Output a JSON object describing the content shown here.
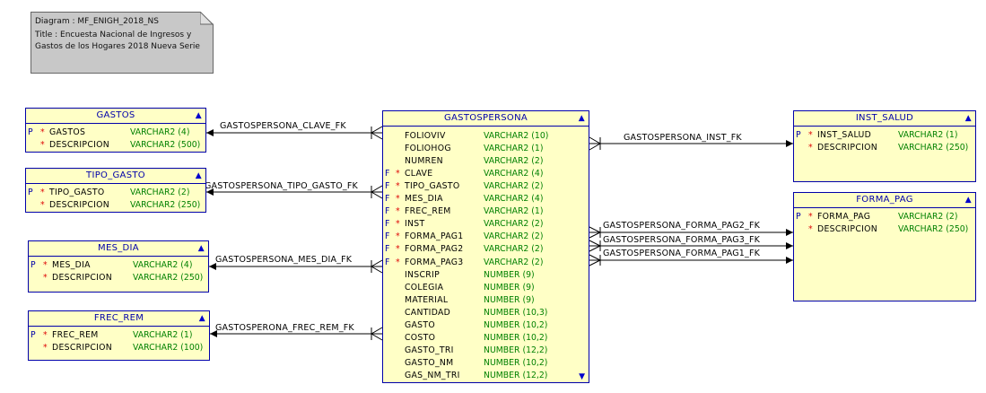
{
  "note": {
    "diagram": "Diagram : MF_ENIGH_2018_NS",
    "title1": "Title : Encuesta Nacional de Ingresos y",
    "title2": "Gastos de los Hogares 2018 Nueva Serie"
  },
  "tables": {
    "gastos": {
      "name": "GASTOS",
      "columns": [
        {
          "key": "P",
          "req": "*",
          "name": "GASTOS",
          "type": "VARCHAR2 (4)"
        },
        {
          "key": "",
          "req": "*",
          "name": "DESCRIPCION",
          "type": "VARCHAR2 (500)"
        }
      ]
    },
    "tipo_gasto": {
      "name": "TIPO_GASTO",
      "columns": [
        {
          "key": "P",
          "req": "*",
          "name": "TIPO_GASTO",
          "type": "VARCHAR2 (2)"
        },
        {
          "key": "",
          "req": "*",
          "name": "DESCRIPCION",
          "type": "VARCHAR2 (250)"
        }
      ]
    },
    "mes_dia": {
      "name": "MES_DIA",
      "columns": [
        {
          "key": "P",
          "req": "*",
          "name": "MES_DIA",
          "type": "VARCHAR2 (4)"
        },
        {
          "key": "",
          "req": "*",
          "name": "DESCRIPCION",
          "type": "VARCHAR2 (250)"
        }
      ]
    },
    "frec_rem": {
      "name": "FREC_REM",
      "columns": [
        {
          "key": "P",
          "req": "*",
          "name": "FREC_REM",
          "type": "VARCHAR2 (1)"
        },
        {
          "key": "",
          "req": "*",
          "name": "DESCRIPCION",
          "type": "VARCHAR2 (100)"
        }
      ]
    },
    "inst_salud": {
      "name": "INST_SALUD",
      "columns": [
        {
          "key": "P",
          "req": "*",
          "name": "INST_SALUD",
          "type": "VARCHAR2 (1)"
        },
        {
          "key": "",
          "req": "*",
          "name": "DESCRIPCION",
          "type": "VARCHAR2 (250)"
        }
      ]
    },
    "forma_pag": {
      "name": "FORMA_PAG",
      "columns": [
        {
          "key": "P",
          "req": "*",
          "name": "FORMA_PAG",
          "type": "VARCHAR2 (2)"
        },
        {
          "key": "",
          "req": "*",
          "name": "DESCRIPCION",
          "type": "VARCHAR2 (250)"
        }
      ]
    },
    "gastospersona": {
      "name": "GASTOSPERSONA",
      "columns": [
        {
          "key": "",
          "req": "",
          "name": "FOLIOVIV",
          "type": "VARCHAR2 (10)"
        },
        {
          "key": "",
          "req": "",
          "name": "FOLIOHOG",
          "type": "VARCHAR2 (1)"
        },
        {
          "key": "",
          "req": "",
          "name": "NUMREN",
          "type": "VARCHAR2 (2)"
        },
        {
          "key": "F",
          "req": "*",
          "name": "CLAVE",
          "type": "VARCHAR2 (4)"
        },
        {
          "key": "F",
          "req": "*",
          "name": "TIPO_GASTO",
          "type": "VARCHAR2 (2)"
        },
        {
          "key": "F",
          "req": "*",
          "name": "MES_DIA",
          "type": "VARCHAR2 (4)"
        },
        {
          "key": "F",
          "req": "*",
          "name": "FREC_REM",
          "type": "VARCHAR2 (1)"
        },
        {
          "key": "F",
          "req": "*",
          "name": "INST",
          "type": "VARCHAR2 (2)"
        },
        {
          "key": "F",
          "req": "*",
          "name": "FORMA_PAG1",
          "type": "VARCHAR2 (2)"
        },
        {
          "key": "F",
          "req": "*",
          "name": "FORMA_PAG2",
          "type": "VARCHAR2 (2)"
        },
        {
          "key": "F",
          "req": "*",
          "name": "FORMA_PAG3",
          "type": "VARCHAR2 (2)"
        },
        {
          "key": "",
          "req": "",
          "name": "INSCRIP",
          "type": "NUMBER (9)"
        },
        {
          "key": "",
          "req": "",
          "name": "COLEGIA",
          "type": "NUMBER (9)"
        },
        {
          "key": "",
          "req": "",
          "name": "MATERIAL",
          "type": "NUMBER (9)"
        },
        {
          "key": "",
          "req": "",
          "name": "CANTIDAD",
          "type": "NUMBER (10,3)"
        },
        {
          "key": "",
          "req": "",
          "name": "GASTO",
          "type": "NUMBER (10,2)"
        },
        {
          "key": "",
          "req": "",
          "name": "COSTO",
          "type": "NUMBER (10,2)"
        },
        {
          "key": "",
          "req": "",
          "name": "GASTO_TRI",
          "type": "NUMBER (12,2)"
        },
        {
          "key": "",
          "req": "",
          "name": "GASTO_NM",
          "type": "NUMBER (10,2)"
        },
        {
          "key": "",
          "req": "",
          "name": "GAS_NM_TRI",
          "type": "NUMBER (12,2)"
        }
      ]
    }
  },
  "relationships": {
    "clave": "GASTOSPERSONA_CLAVE_FK",
    "tipo_gasto": "GASTOSPERSONA_TIPO_GASTO_FK",
    "mes_dia": "GASTOSPERSONA_MES_DIA_FK",
    "frec_rem": "GASTOSPERONA_FREC_REM_FK",
    "inst": "GASTOSPERSONA_INST_FK",
    "forma_pag2": "GASTOSPERSONA_FORMA_PAG2_FK",
    "forma_pag3": "GASTOSPERSONA_FORMA_PAG3_FK",
    "forma_pag1": "GASTOSPERSONA_FORMA_PAG1_FK"
  }
}
